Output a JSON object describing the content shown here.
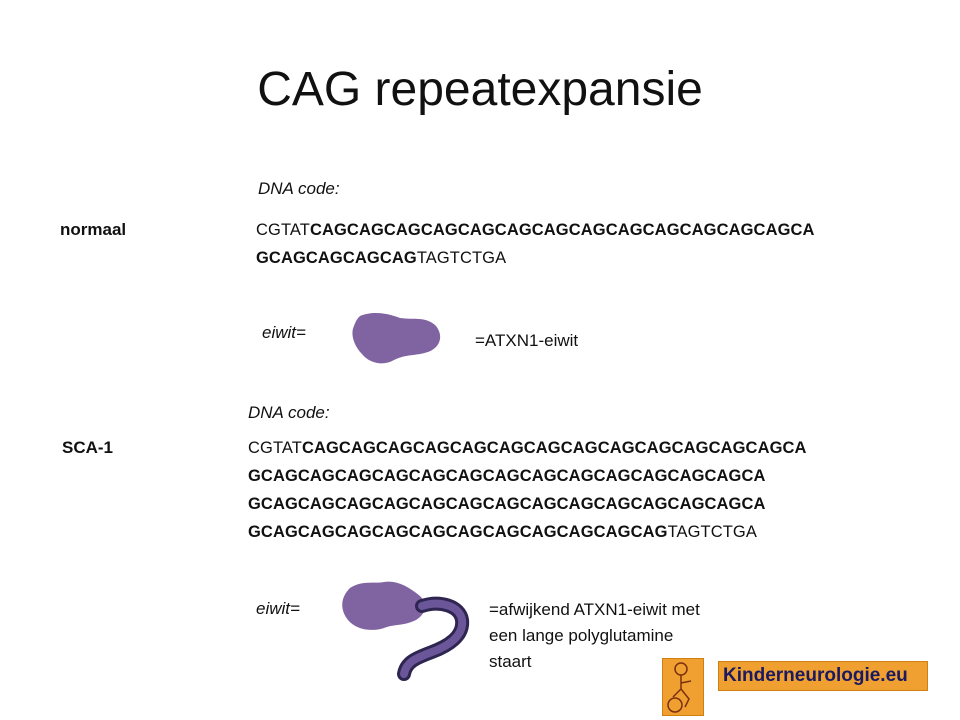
{
  "slide": {
    "title": "CAG repeatexpansie",
    "normal": {
      "dna_label": "DNA code:",
      "row_label": "normaal",
      "seq_line1_plain": "CGTAT",
      "seq_line1_bold": "CAGCAGCAGCAGCAGCAGCAGCAGCAGCAGCAGCAGCAGCA",
      "seq_line2_bold": "GCAGCAGCAGCAG",
      "seq_line2_plain": "TAGTCTGA",
      "protein_label": "eiwit=",
      "protein_desc": "=ATXN1-eiwit"
    },
    "sca1": {
      "dna_label": "DNA code:",
      "row_label": "SCA-1",
      "seq_line1_plain": "CGTAT",
      "seq_line1_bold": "CAGCAGCAGCAGCAGCAGCAGCAGCAGCAGCAGCAGCAGCA",
      "seq_line2_bold": "GCAGCAGCAGCAGCAGCAGCAGCAGCAGCAGCAGCAGCAGCA",
      "seq_line3_bold": "GCAGCAGCAGCAGCAGCAGCAGCAGCAGCAGCAGCAGCAGCA",
      "seq_line4_bold": "GCAGCAGCAGCAGCAGCAGCAGCAGCAGCAGCAG",
      "seq_line4_plain": "TAGTCTGA",
      "protein_label": "eiwit=",
      "protein_desc_line1": "=afwijkend ATXN1-eiwit met",
      "protein_desc_line2": "een lange polyglutamine",
      "protein_desc_line3": "staart"
    },
    "logo": {
      "text": "Kinderneurologie.eu"
    }
  },
  "colors": {
    "protein_fill": "#8064a2",
    "protein_tail": "#4a3a78",
    "logo_bg": "#f0a030",
    "logo_text": "#1a1a60"
  },
  "icons": {
    "protein": "protein-blob-icon",
    "protein_with_tail": "protein-tail-icon",
    "logo": "logo-icon"
  }
}
